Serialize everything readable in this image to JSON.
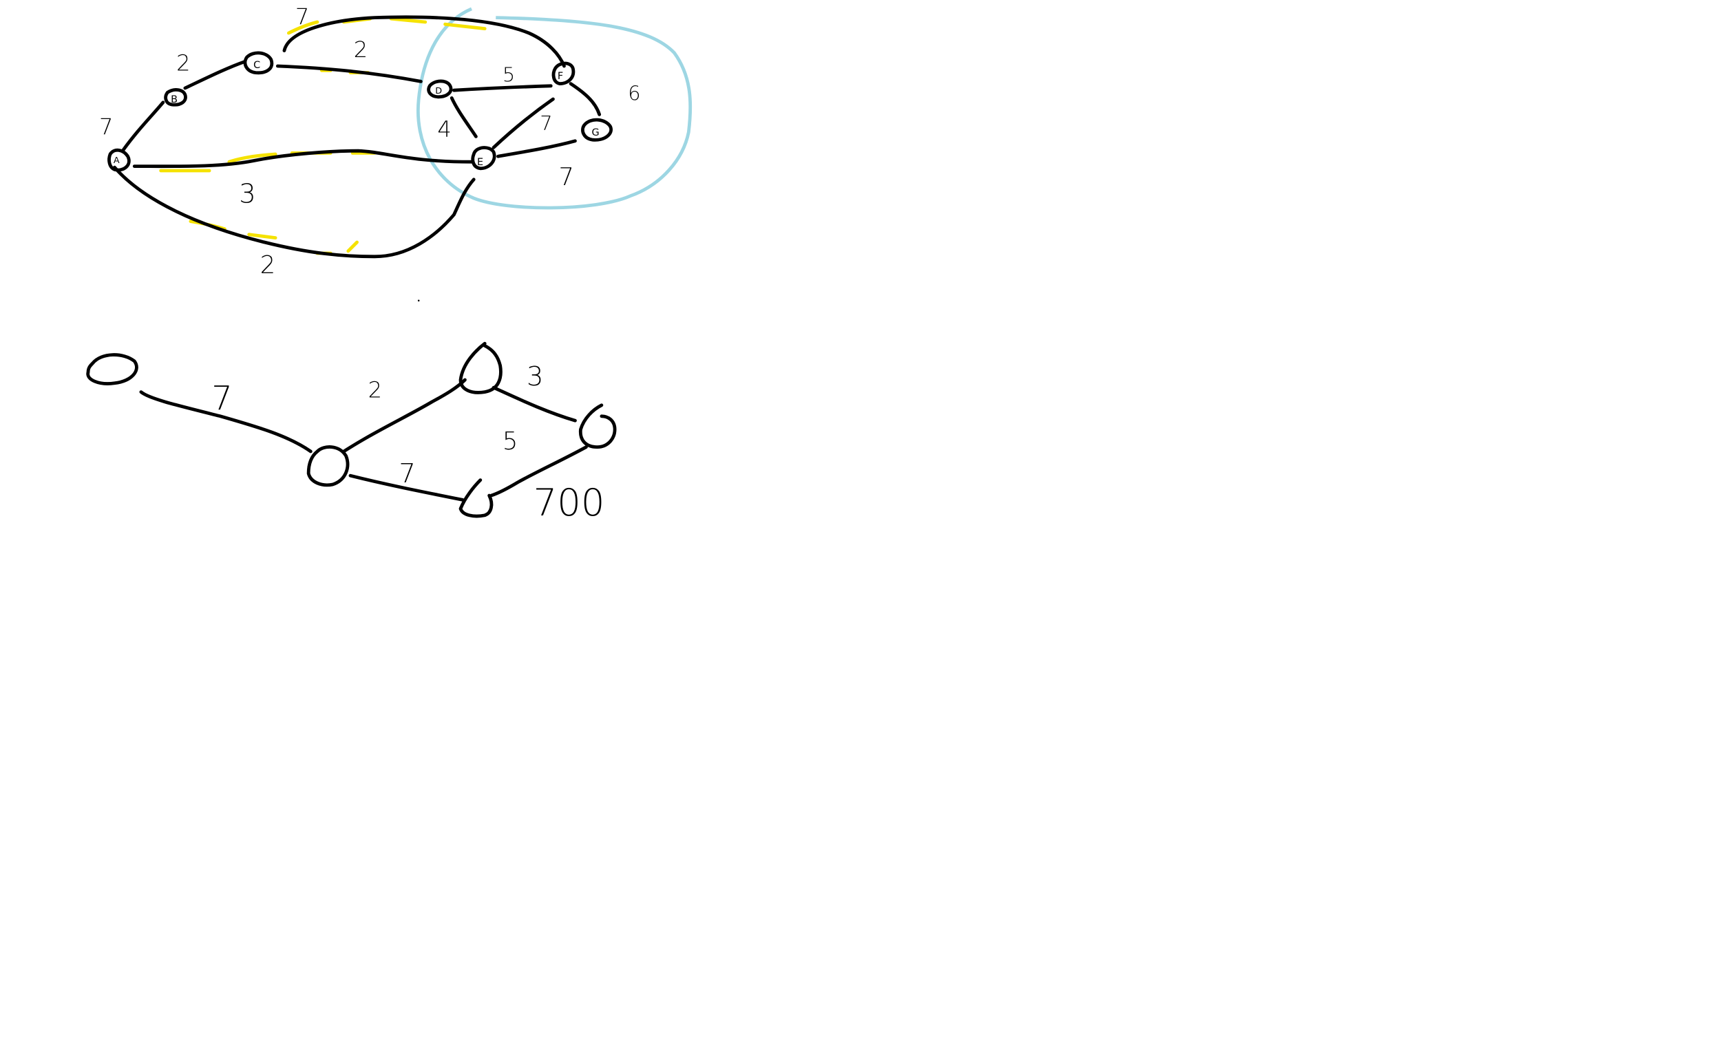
{
  "graph_top": {
    "nodes": [
      {
        "id": "A",
        "label": "A"
      },
      {
        "id": "B",
        "label": "B"
      },
      {
        "id": "C",
        "label": "C"
      },
      {
        "id": "D",
        "label": "D"
      },
      {
        "id": "E",
        "label": "E"
      },
      {
        "id": "F",
        "label": "F"
      },
      {
        "id": "G",
        "label": "G"
      }
    ],
    "edge_weights": {
      "A_B": "7",
      "B_C": "2",
      "C_F": "7",
      "C_D": "2",
      "D_F": "5",
      "F_G": "6",
      "D_E": "4",
      "E_F": "7",
      "E_G": "7",
      "A_E": "3",
      "A_E_lower": "2"
    }
  },
  "graph_bottom": {
    "edge_weights": {
      "w1": "7",
      "w2": "2",
      "w3": "3",
      "w4": "5",
      "w5": "7",
      "w6": "700"
    }
  },
  "colors": {
    "ink": "#000000",
    "highlight": "#f5e200",
    "region": "#9dd6e3",
    "background": "#ffffff"
  }
}
